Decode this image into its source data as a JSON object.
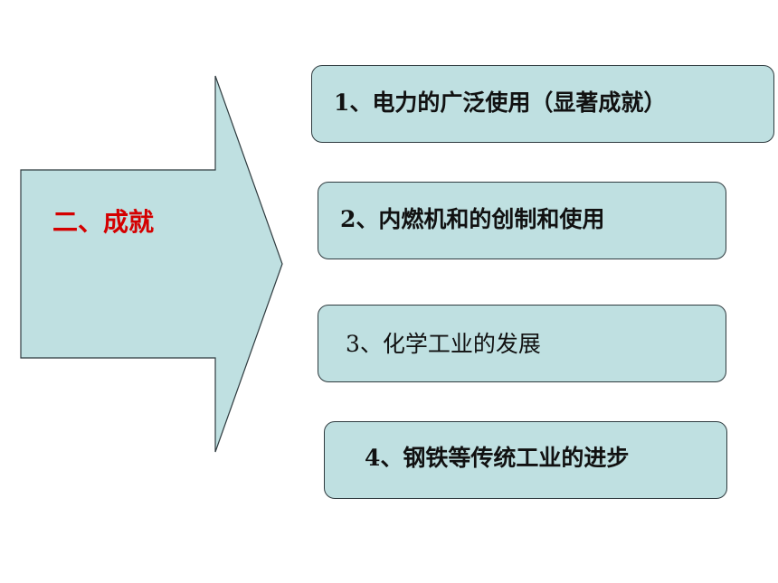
{
  "arrow": {
    "label": "二、成就",
    "fill": "#bfe0e1",
    "label_color": "#d40000"
  },
  "items": [
    {
      "label": "1、电力的广泛使用（显著成就）"
    },
    {
      "label": "2、内燃机和的创制和使用"
    },
    {
      "label": "3、化学工业的发展"
    },
    {
      "label": "4、钢铁等传统工业的进步"
    }
  ]
}
